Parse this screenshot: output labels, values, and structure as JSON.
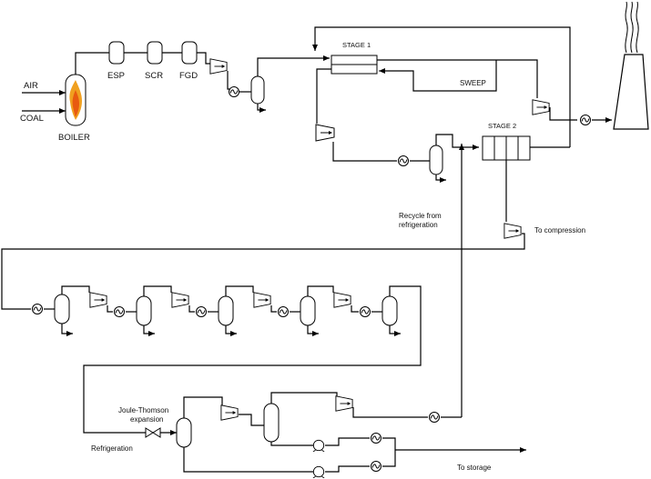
{
  "labels": {
    "air": "AIR",
    "coal": "COAL",
    "boiler": "BOILER",
    "esp": "ESP",
    "scr": "SCR",
    "fgd": "FGD",
    "stage1": "STAGE 1",
    "stage2": "STAGE 2",
    "sweep": "SWEEP",
    "recycle_line1": "Recycle from",
    "recycle_line2": "refrigeration",
    "to_compression": "To compression",
    "jt_line1": "Joule-Thomson",
    "jt_line2": "expansion",
    "refrigeration": "Refrigeration",
    "to_storage": "To storage"
  },
  "colors": {
    "line": "#000000",
    "flame_outer": "#f0a020",
    "flame_inner": "#e85a10",
    "background": "#ffffff"
  }
}
